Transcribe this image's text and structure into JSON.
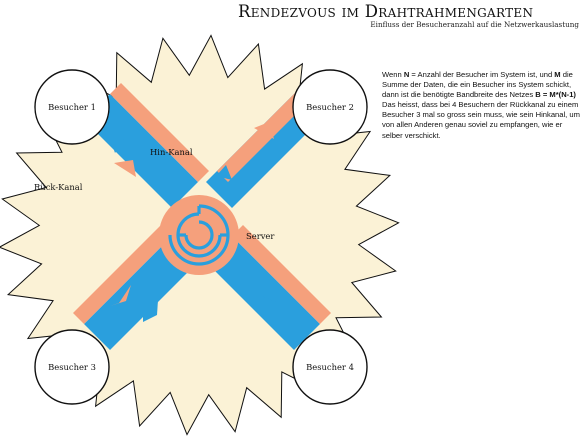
{
  "title": "Rendezvous im Drahtrahmengarten",
  "subtitle": "Einfluss der Besucheranzahl auf die Netzwerkauslastung",
  "diagram": {
    "nodes": {
      "visitor_1": "Besucher 1",
      "visitor_2": "Besucher 2",
      "visitor_3": "Besucher 3",
      "visitor_4": "Besucher 4",
      "server": "Server"
    },
    "channels": {
      "forward": "Hin-Kanal",
      "backward": "Rück-Kanal"
    },
    "colors": {
      "star_fill": "#fbf2d6",
      "forward_channel": "#f5a07c",
      "backward_channel": "#2a9fdd",
      "server_fill": "#f5a07c",
      "server_maze": "#2a9fdd",
      "visitor_fill": "#ffffff",
      "outline": "#111111"
    }
  },
  "description": {
    "p1_a": "Wenn ",
    "p1_N": "N",
    "p1_b": " = Anzahl der Besucher im System ist, und ",
    "p1_M": "M",
    "p1_c": " die Summe der Daten, die ein Besucher ins System schickt, dann ist die benötigte Bandbreite des Netzes ",
    "p1_formula": "B = M*(N-1)",
    "p2": "Das heisst, dass bei 4 Besuchern der Rückkanal zu einem Besucher 3 mal so gross sein muss, wie sein Hinkanal, um von allen Anderen genau soviel zu empfangen, wie er selber verschickt."
  }
}
